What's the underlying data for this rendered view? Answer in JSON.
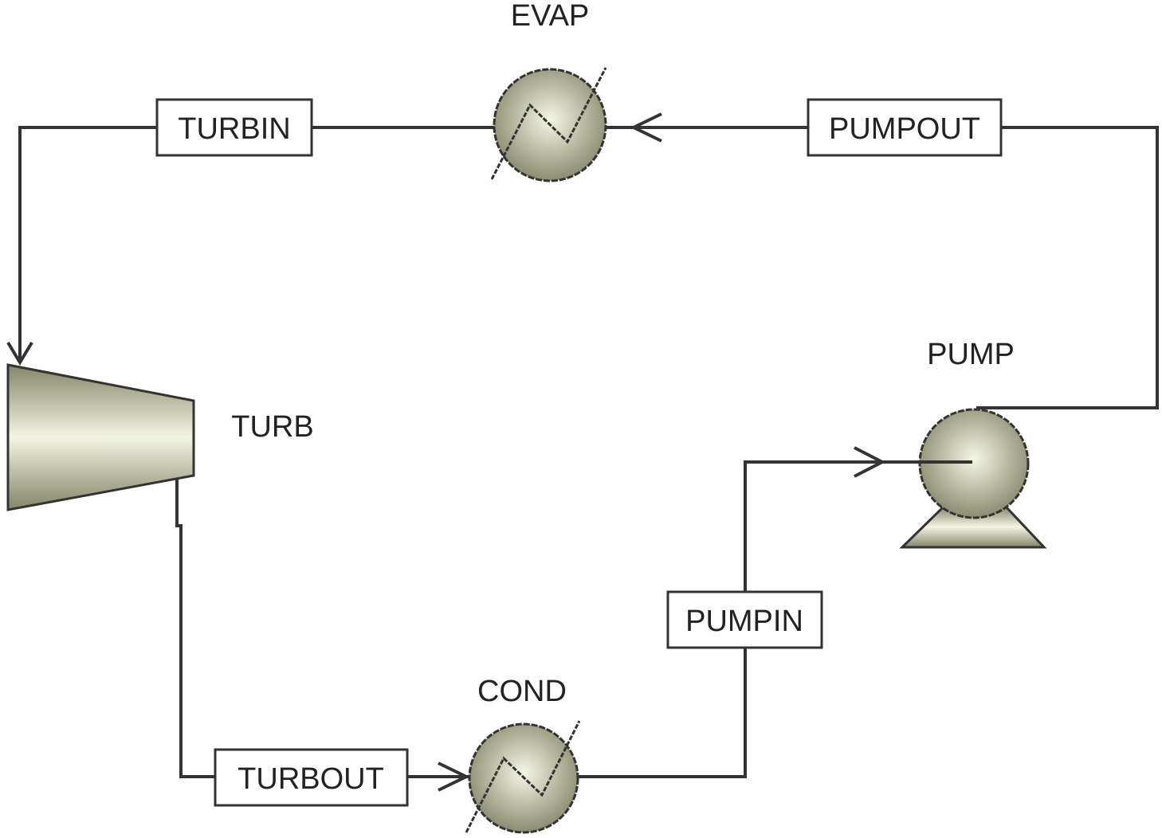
{
  "blocks": {
    "evap": "EVAP",
    "cond": "COND",
    "turb": "TURB",
    "pump": "PUMP"
  },
  "streams": {
    "turbin": "TURBIN",
    "turbout": "TURBOUT",
    "pumpin": "PUMPIN",
    "pumpout": "PUMPOUT"
  },
  "colors": {
    "equipment_light": "#f4f4e2",
    "equipment_dark": "#858569",
    "line": "#333333"
  }
}
